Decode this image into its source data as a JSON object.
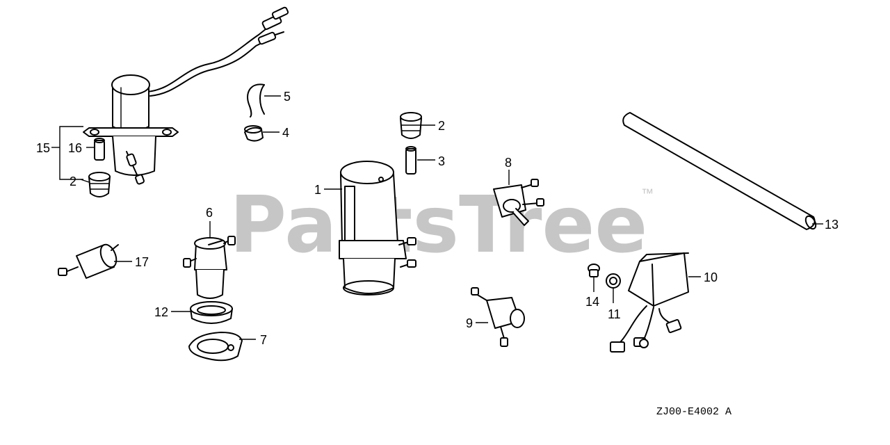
{
  "watermark": {
    "text": "PartsTree",
    "trademark": "™"
  },
  "diagram_code": "ZJ00-E4002 A",
  "callouts": {
    "p1": "1",
    "p2a": "2",
    "p2b": "2",
    "p3": "3",
    "p4": "4",
    "p5": "5",
    "p6": "6",
    "p7": "7",
    "p8": "8",
    "p9": "9",
    "p10": "10",
    "p11": "11",
    "p12": "12",
    "p13": "13",
    "p14": "14",
    "p15": "15",
    "p16": "16",
    "p17": "17"
  }
}
